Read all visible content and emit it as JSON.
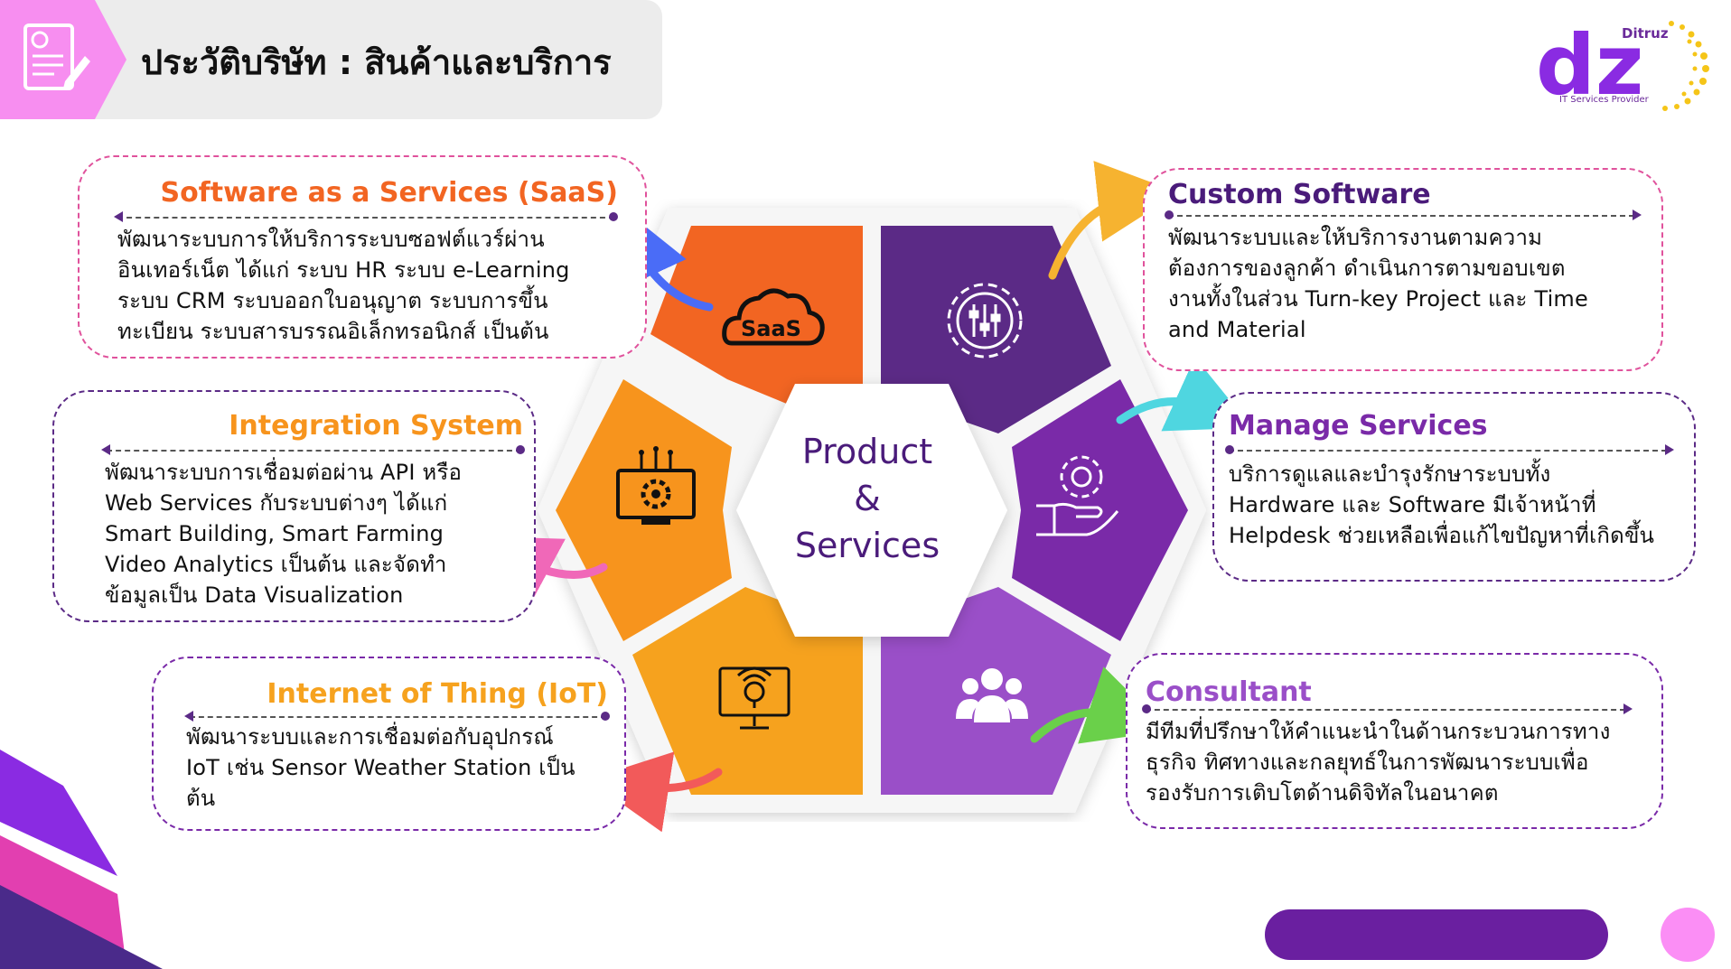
{
  "header": {
    "title": "ประวัติบริษัท : สินค้าและบริการ",
    "icon": "document-edit-icon"
  },
  "logo": {
    "brand": "Ditruz",
    "mark": "dz",
    "tagline": "IT Services Provider"
  },
  "center": {
    "line1": "Product",
    "line2": "&",
    "line3": "Services"
  },
  "segments": [
    {
      "name": "saas",
      "color": "#f26522",
      "icon": "saas-cloud-icon"
    },
    {
      "name": "custom-software",
      "color": "#5b2a86",
      "icon": "gear-sliders-icon"
    },
    {
      "name": "manage-services",
      "color": "#7a2aa8",
      "icon": "hand-gear-icon"
    },
    {
      "name": "consultant",
      "color": "#9a4fc8",
      "icon": "team-icon"
    },
    {
      "name": "iot",
      "color": "#f6a21e",
      "icon": "iot-monitor-icon"
    },
    {
      "name": "integration",
      "color": "#f7941d",
      "icon": "integration-computer-icon"
    }
  ],
  "cards": {
    "saas": {
      "title": "Software as a Services (SaaS)",
      "title_color": "#f26522",
      "border_color": "#e0529c",
      "body": "พัฒนาระบบการให้บริการระบบซอฟต์แวร์ผ่าน\nอินเทอร์เน็ต ได้แก่ ระบบ HR ระบบ e-Learning\nระบบ CRM ระบบออกใบอนุญาต ระบบการขึ้น\nทะเบียน ระบบสารบรรณอิเล็กทรอนิกส์ เป็นต้น",
      "arrow_color": "#4a6cf7"
    },
    "integration": {
      "title": "Integration System",
      "title_color": "#f7941d",
      "border_color": "#5b2a86",
      "body": "พัฒนาระบบการเชื่อมต่อผ่าน API หรือ\nWeb Services กับระบบต่างๆ ได้แก่\nSmart Building, Smart Farming\nVideo Analytics เป็นต้น และจัดทำ\nข้อมูลเป็น Data Visualization",
      "arrow_color": "#f068b8"
    },
    "iot": {
      "title": "Internet of Thing (IoT)",
      "title_color": "#f6a21e",
      "border_color": "#7a2aa8",
      "body": "พัฒนาระบบและการเชื่อมต่อกับอุปกรณ์\nIoT เช่น Sensor Weather Station เป็น\nต้น",
      "arrow_color": "#f25a5a"
    },
    "custom": {
      "title": "Custom Software",
      "title_color": "#4a1b7a",
      "border_color": "#e0529c",
      "body": "พัฒนาระบบและให้บริการงานตามความ\nต้องการของลูกค้า ดำเนินการตามขอบเขต\nงานทั้งในส่วน Turn-key Project และ Time\nand Material",
      "arrow_color": "#f6b330"
    },
    "manage": {
      "title": "Manage Services",
      "title_color": "#7a2aa8",
      "border_color": "#5b2a86",
      "body": "บริการดูแลและบำรุงรักษาระบบทั้ง\nHardware และ Software มีเจ้าหน้าที่\nHelpdesk ช่วยเหลือเพื่อแก้ไขปัญหาที่เกิดขึ้น",
      "arrow_color": "#4fd6e0"
    },
    "consultant": {
      "title": "Consultant",
      "title_color": "#9a4fc8",
      "border_color": "#7a2aa8",
      "body": "มีทีมที่ปรึกษาให้คำแนะนำในด้านกระบวนการทาง\nธุรกิจ ทิศทางและกลยุทธ์ในการพัฒนาระบบเพื่อ\nรองรับการเติบโตด้านดิจิทัลในอนาคต",
      "arrow_color": "#6ad04a"
    }
  }
}
